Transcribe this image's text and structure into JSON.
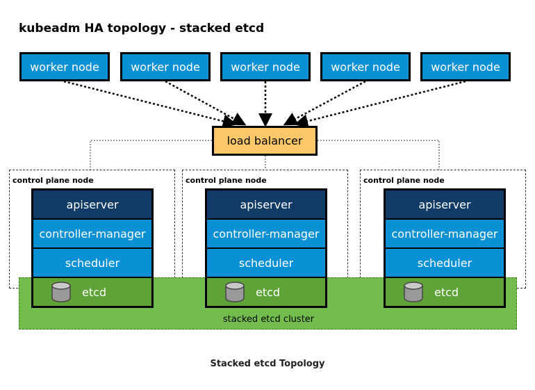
{
  "title": "kubeadm HA topology - stacked etcd",
  "workers": [
    "worker node",
    "worker node",
    "worker node",
    "worker node",
    "worker node"
  ],
  "load_balancer": "load balancer",
  "control_planes": [
    {
      "label": "control plane node",
      "apiserver": "apiserver",
      "controller_manager": "controller-manager",
      "scheduler": "scheduler",
      "etcd": "etcd"
    },
    {
      "label": "control plane node",
      "apiserver": "apiserver",
      "controller_manager": "controller-manager",
      "scheduler": "scheduler",
      "etcd": "etcd"
    },
    {
      "label": "control plane node",
      "apiserver": "apiserver",
      "controller_manager": "controller-manager",
      "scheduler": "scheduler",
      "etcd": "etcd"
    }
  ],
  "cluster_label": "stacked etcd cluster",
  "caption": "Stacked etcd Topology",
  "colors": {
    "worker": "#0a90d4",
    "load_balancer": "#fcc86a",
    "apiserver": "#0f3b66",
    "component": "#0a90d4",
    "etcd": "#5ea238",
    "cluster": "#72bd4d"
  }
}
